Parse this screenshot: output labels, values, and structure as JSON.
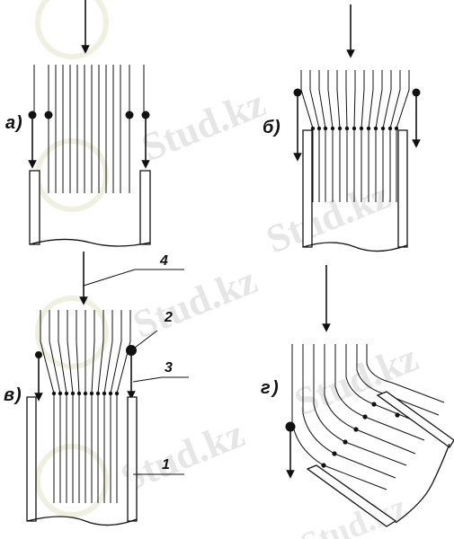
{
  "watermark": "Stud.kz",
  "panels": {
    "a": {
      "label": "а"
    },
    "b": {
      "label": "б"
    },
    "v": {
      "label": "в"
    },
    "g": {
      "label": "г"
    }
  },
  "callouts": [
    "1",
    "2",
    "3",
    "4"
  ]
}
